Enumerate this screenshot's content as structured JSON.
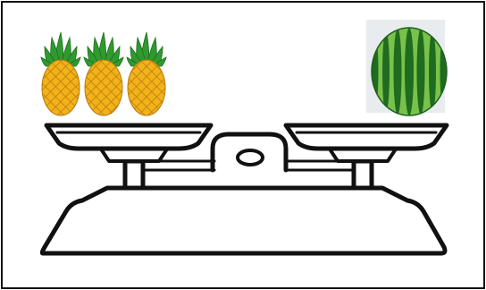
{
  "figure": {
    "left_pan": {
      "item": "pineapple",
      "count": 3
    },
    "right_pan": {
      "item": "watermelon",
      "count": 1
    },
    "balance_state": "level"
  },
  "colors": {
    "pineapple_body": "#f2b21a",
    "pineapple_pattern": "#b87a0c",
    "pineapple_leaves": "#2f9a2f",
    "watermelon_dark": "#1f6b1f",
    "watermelon_light": "#79c24a",
    "scale_stroke": "#111111",
    "frame_border": "#111111"
  },
  "icons": [
    "pineapple-icon",
    "watermelon-icon",
    "balance-scale-icon"
  ]
}
